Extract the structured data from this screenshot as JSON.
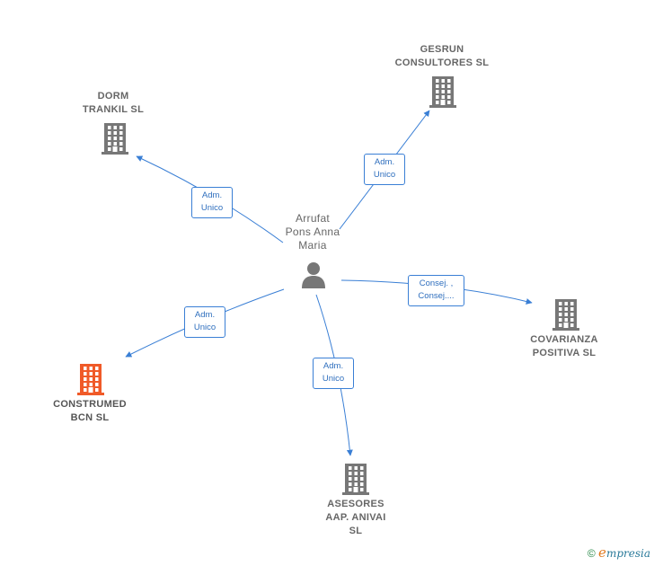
{
  "center": {
    "name": "Arrufat\nPons Anna\nMaria",
    "icon": "person-icon"
  },
  "companies": [
    {
      "id": "gesrun",
      "name": "GESRUN\nCONSULTORES SL",
      "icon": "building-icon",
      "color": "#777777",
      "relation": "Adm.\nUnico"
    },
    {
      "id": "dorm",
      "name": "DORM\nTRANKIL  SL",
      "icon": "building-icon",
      "color": "#777777",
      "relation": "Adm.\nUnico"
    },
    {
      "id": "covarianza",
      "name": "COVARIANZA\nPOSITIVA SL",
      "icon": "building-icon",
      "color": "#777777",
      "relation": "Consej. ,\nConsej...."
    },
    {
      "id": "construmed",
      "name": "CONSTRUMED\nBCN  SL",
      "icon": "building-icon",
      "color": "#f05a28",
      "relation": "Adm.\nUnico"
    },
    {
      "id": "asesores",
      "name": "ASESORES\nAAP. ANIVAI\nSL",
      "icon": "building-icon",
      "color": "#777777",
      "relation": "Adm.\nUnico"
    }
  ],
  "colors": {
    "edge": "#3a7fd5",
    "building": "#777777",
    "highlight": "#f05a28"
  },
  "footer": {
    "copyright": "©",
    "brand_initial": "e",
    "brand_rest": "mpresia"
  }
}
